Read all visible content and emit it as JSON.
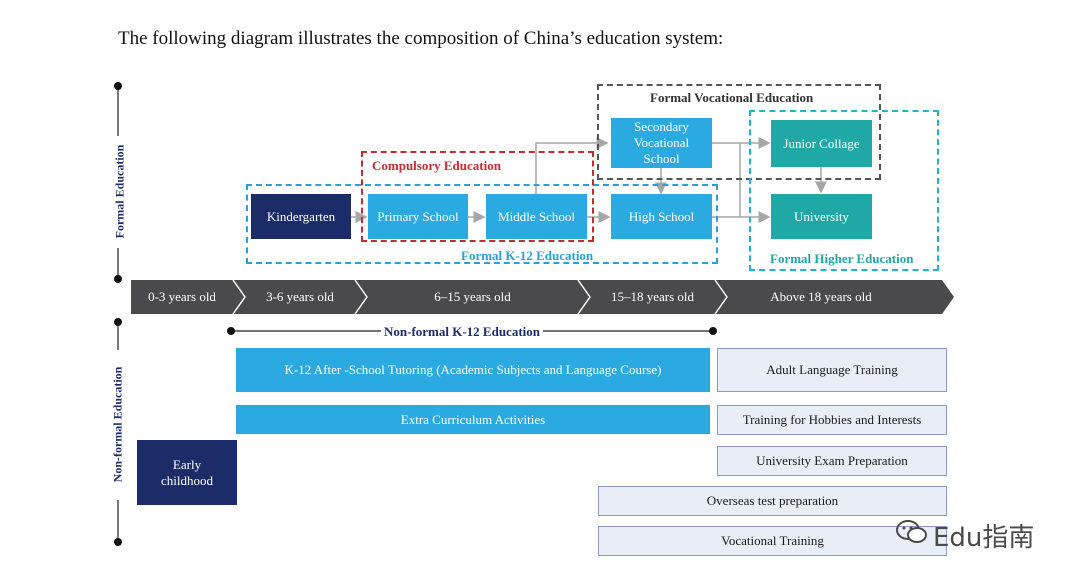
{
  "intro_text": "The following diagram illustrates the composition of China’s education system:",
  "side_labels": {
    "formal": "Formal Education",
    "nonformal": "Non-formal Education"
  },
  "formal": {
    "kindergarten": "Kindergarten",
    "primary": "Primary School",
    "middle": "Middle School",
    "high": "High School",
    "secondary_vocational": "Secondary Vocational School",
    "junior_college": "Junior Collage",
    "university": "University",
    "compulsory_label": "Compulsory Education",
    "k12_label": "Formal K-12 Education",
    "vocational_label": "Formal Vocational Education",
    "higher_label": "Formal Higher Education"
  },
  "age_bar": [
    "0-3 years old",
    "3-6 years old",
    "6–15 years old",
    "15–18 years old",
    "Above 18 years old"
  ],
  "nonformal": {
    "k12_label": "Non-formal  K-12 Education",
    "tutoring": "K-12 After -School Tutoring (Academic Subjects and Language Course)",
    "extra": "Extra Curriculum Activities",
    "early": "Early childhood",
    "adult_lang": "Adult Language Training",
    "hobbies": "Training for Hobbies and Interests",
    "uni_exam": "University Exam Preparation",
    "overseas": "Overseas test preparation",
    "vocational": "Vocational Training"
  },
  "watermark": "Edu指南",
  "colors": {
    "navy": "#1c2c68",
    "blue": "#2ba9e1",
    "teal": "#1fa8a5",
    "age_bar": "#4a4a4c",
    "compulsory": "#c62b30",
    "k12": "#2a9fd8",
    "higher": "#1fb4c9",
    "vocational": "#555555"
  }
}
